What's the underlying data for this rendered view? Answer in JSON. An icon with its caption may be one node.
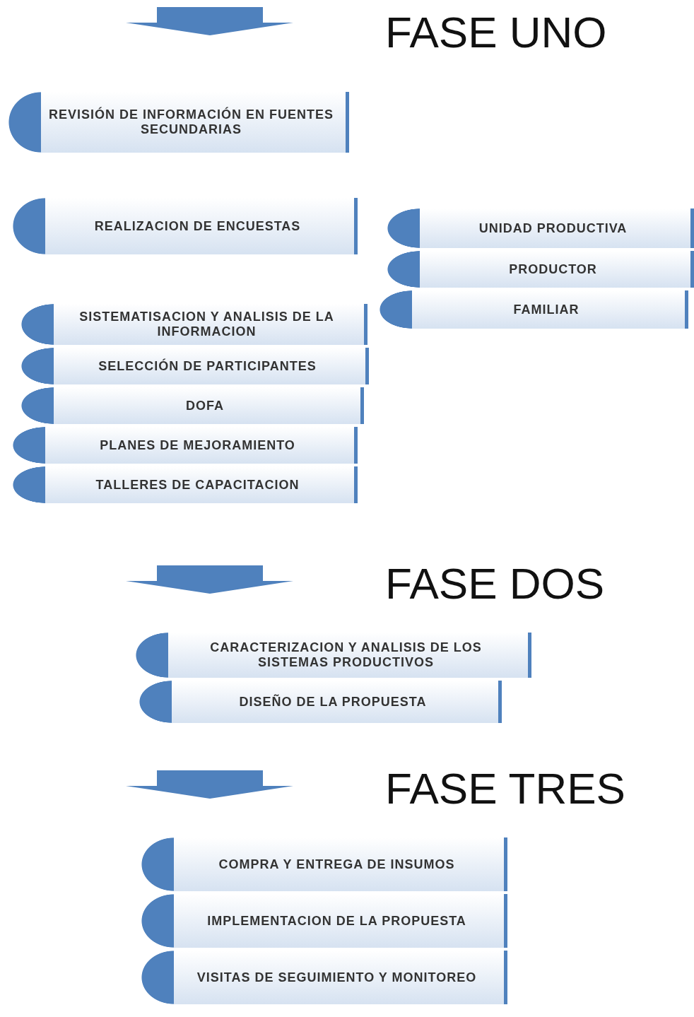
{
  "diagram": {
    "nodes": [
      {
        "text": [
          "REVISIÓN DE INFORMACIÓN EN FUENTES SECUNDARIAS"
        ]
      },
      {
        "text": [
          "REALIZACION DE ENCUESTAS"
        ]
      },
      {
        "text": [
          "UNIDAD PRODUCTIVA"
        ]
      },
      {
        "text": [
          "PRODUCTOR"
        ]
      },
      {
        "text": [
          "FAMILIAR"
        ]
      },
      {
        "text": [
          "SISTEMATISACION Y ANALISIS DE LA INFORMACION"
        ]
      },
      {
        "text": [
          "SELECCIÓN DE PARTICIPANTES"
        ]
      },
      {
        "text": [
          "DOFA"
        ]
      },
      {
        "text": [
          "PLANES DE MEJORAMIENTO"
        ]
      },
      {
        "text": [
          "TALLERES DE CAPACITACION"
        ]
      },
      {
        "text": [
          "CARACTERIZACION Y ANALISIS DE LOS SISTEMAS PRODUCTIVOS"
        ]
      },
      {
        "text": [
          "DISEÑO DE LA PROPUESTA"
        ]
      },
      {
        "text": [
          "COMPRA Y ENTREGA DE INSUMOS"
        ]
      },
      {
        "text": [
          "IMPLEMENTACION DE LA PROPUESTA"
        ]
      },
      {
        "text": [
          "VISITAS DE SEGUIMIENTO Y MONITOREO"
        ]
      }
    ],
    "edges": [],
    "labels": [
      "FASE UNO",
      "FASE DOS",
      "FASE TRES"
    ]
  }
}
